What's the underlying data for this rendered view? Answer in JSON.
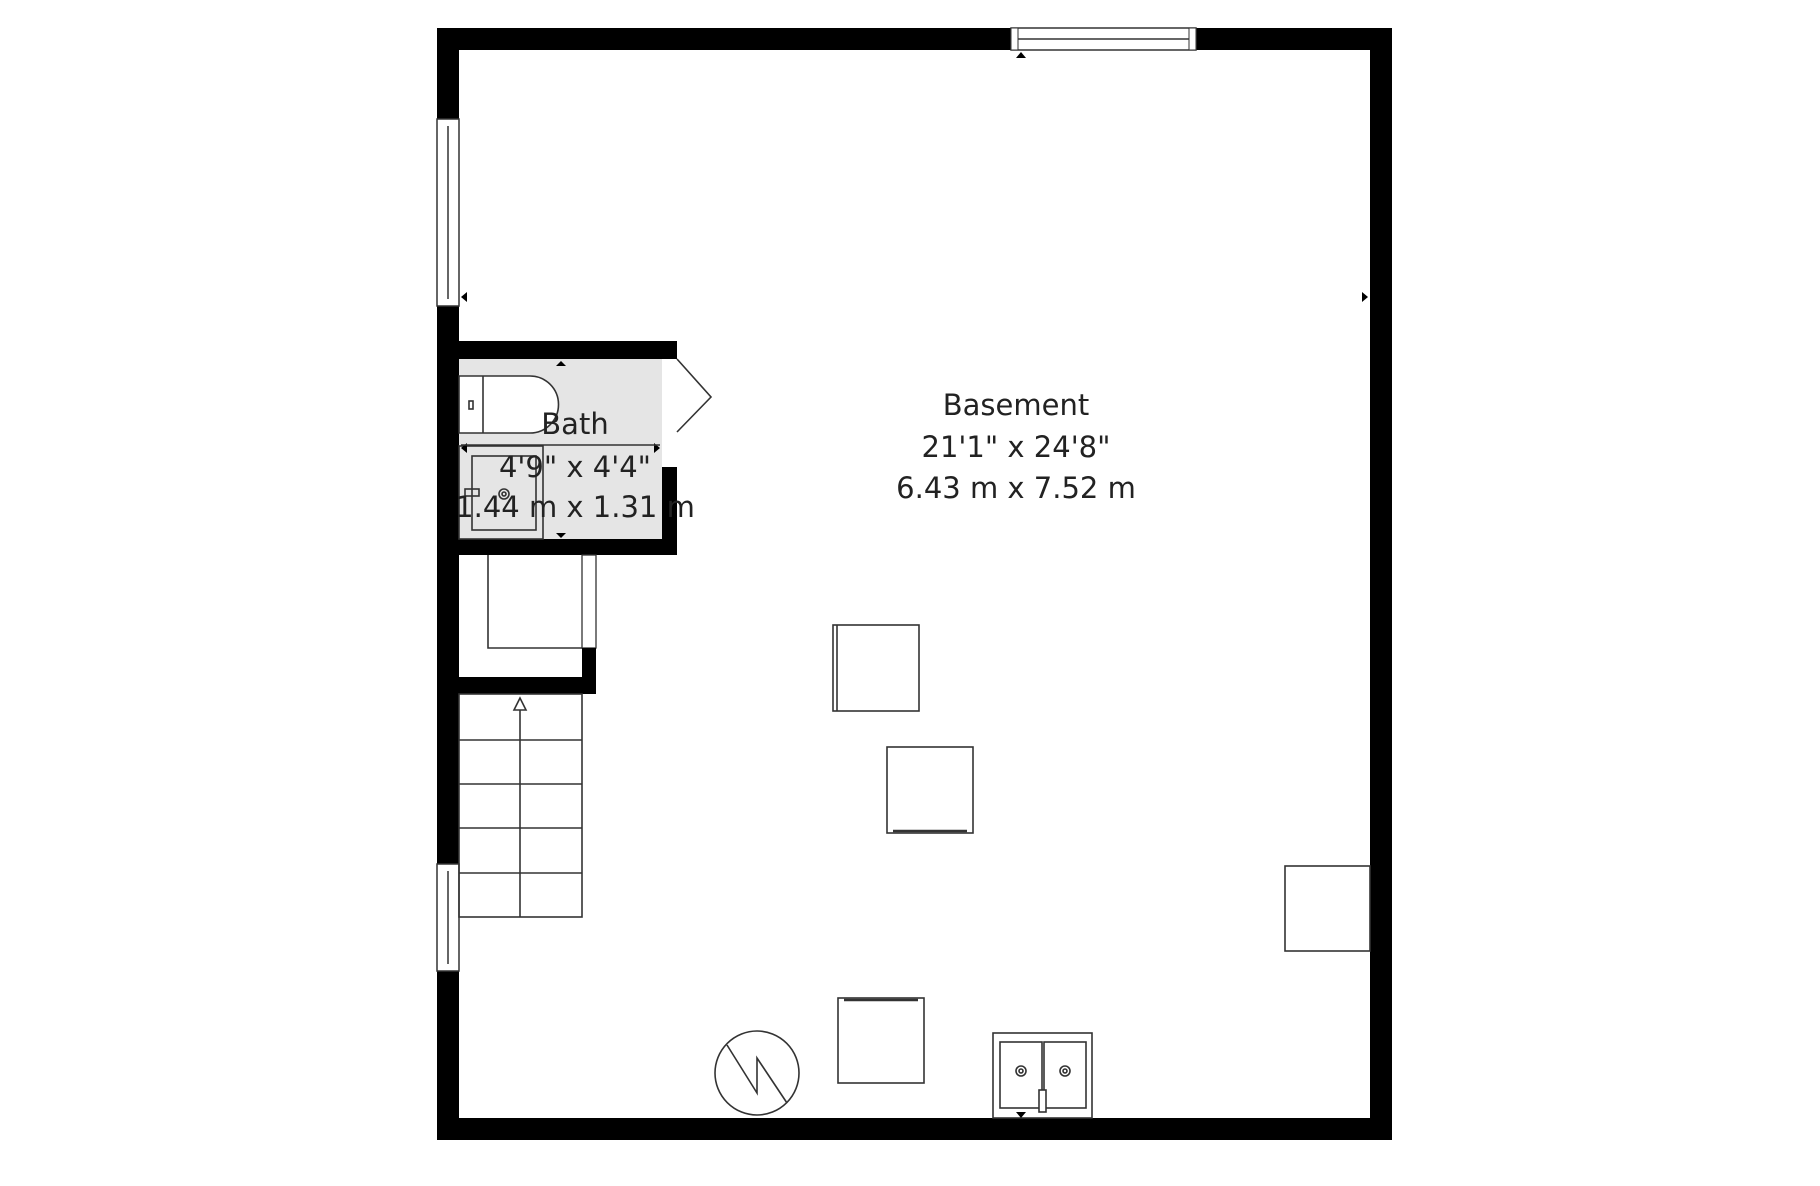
{
  "rooms": [
    {
      "name": "Basement",
      "imperial": "21'1\" x 24'8\"",
      "metric": "6.43 m x 7.52 m"
    },
    {
      "name": "Bath",
      "imperial": "4'9\" x 4'4\"",
      "metric": "1.44 m x 1.31 m"
    }
  ],
  "colors": {
    "wall": "#000000",
    "bath_floor": "#e5e5e5",
    "floor": "#ffffff"
  }
}
